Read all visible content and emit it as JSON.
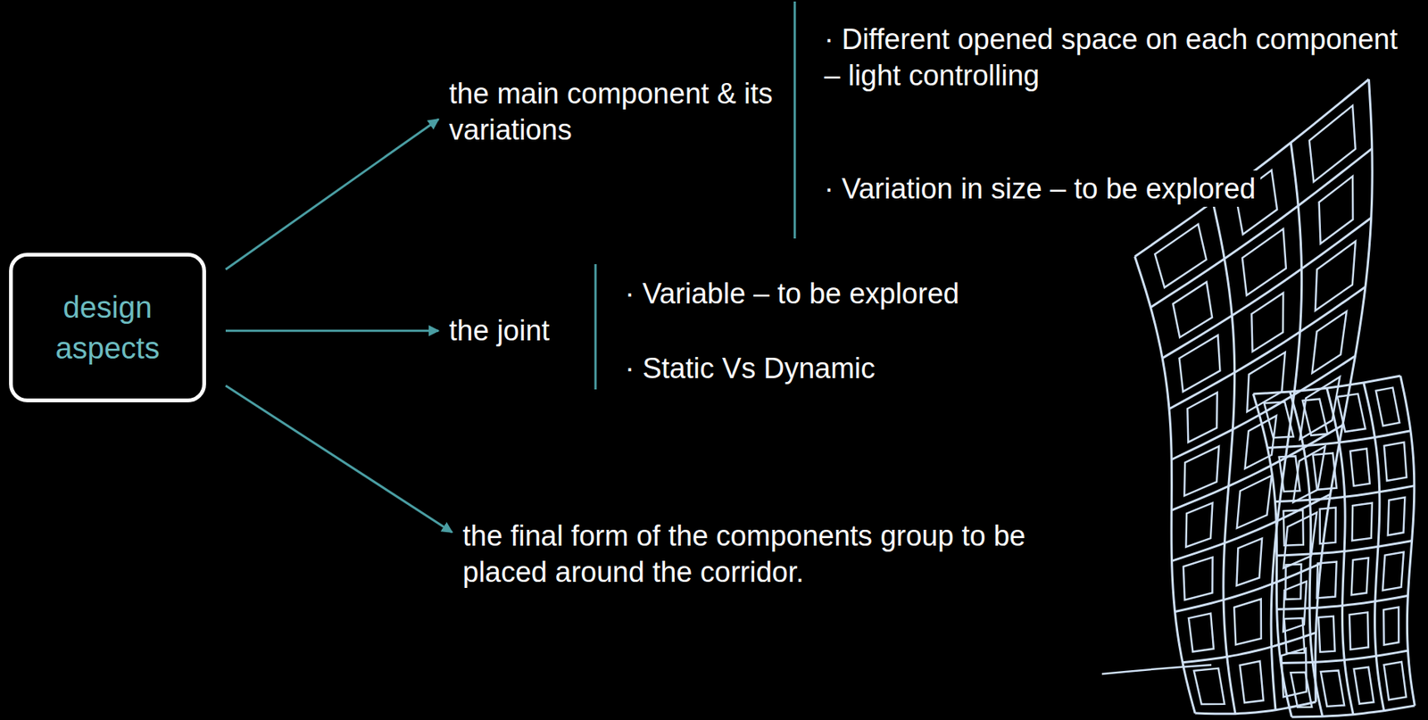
{
  "diagram": {
    "nodes": [
      {
        "text": [
          "design aspects"
        ]
      },
      {
        "text": [
          "the main component & its variations"
        ]
      },
      {
        "text": [
          "the joint"
        ]
      },
      {
        "text": [
          "the final form of the components group to be placed around the corridor."
        ]
      }
    ],
    "edges": [
      {
        "from": 0,
        "to": 1,
        "arrow": "to"
      },
      {
        "from": 0,
        "to": 2,
        "arrow": "to"
      },
      {
        "from": 0,
        "to": 3,
        "arrow": "to"
      }
    ],
    "labels": [
      "· Different opened space on each component – light controlling",
      "· Variation in size – to be explored",
      "· Variable – to be explored",
      "· Static Vs Dynamic"
    ]
  }
}
